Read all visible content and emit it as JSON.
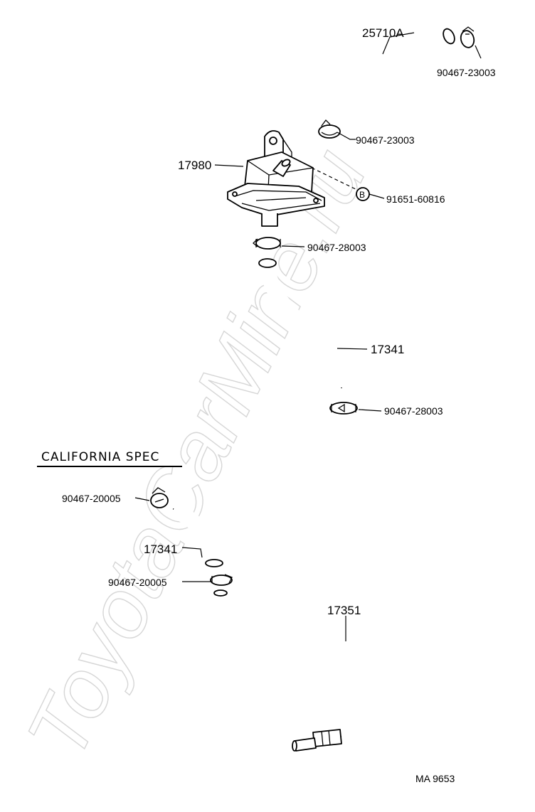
{
  "watermark": "ToyotaCarMine.ru",
  "section_title": "CALIFORNIA SPEC",
  "footer_code": "MA 9653",
  "bolt_marker": "B",
  "labels": {
    "hose_upper": "25710A",
    "clamp_top_right": "90467-23003",
    "clamp_top_mid": "90467-23003",
    "valve": "17980",
    "bolt": "91651-60816",
    "clamp_valve_bottom": "90467-28003",
    "hose_mid": "17341",
    "clamp_hose_end": "90467-28003",
    "clamp_cal_top": "90467-20005",
    "hose_cal": "17341",
    "clamp_cal_bottom": "90467-20005",
    "pipe_cal": "17351"
  }
}
